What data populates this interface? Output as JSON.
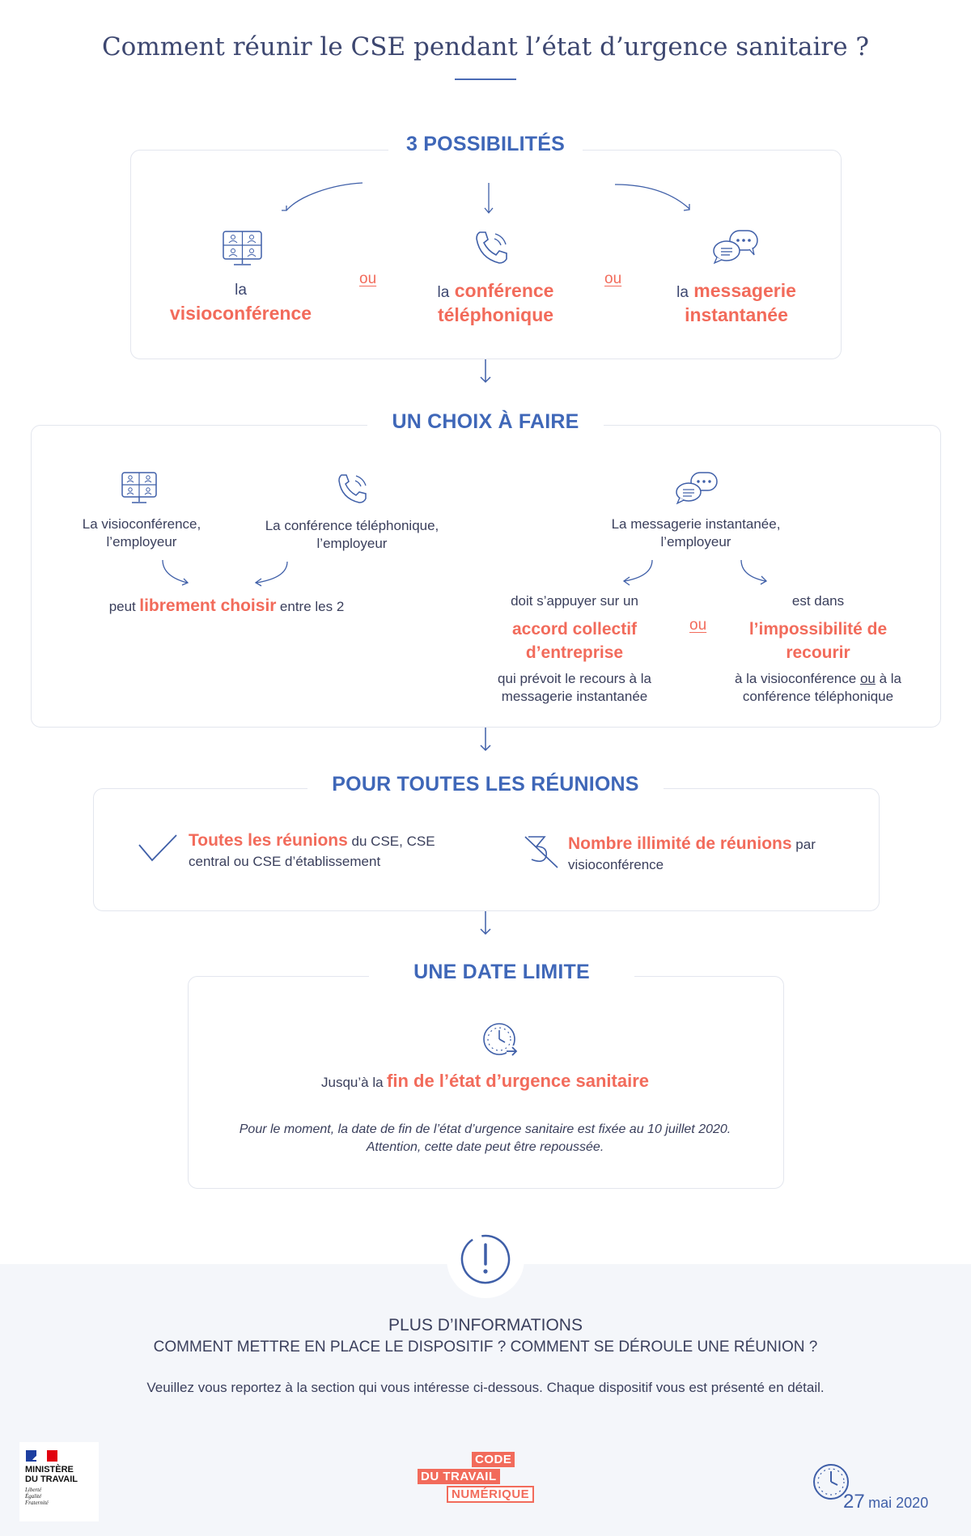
{
  "page": {
    "title": "Comment réunir le CSE pendant l’état d’urgence sanitaire ?"
  },
  "section1": {
    "heading": "3 POSSIBILITÉS",
    "options": [
      {
        "icon": "video-conference-icon",
        "prefix": "la",
        "name": "visioconférence"
      },
      {
        "icon": "phone-call-icon",
        "prefix": "la",
        "name_line1": "conférence",
        "name_line2": "téléphonique"
      },
      {
        "icon": "chat-bubbles-icon",
        "prefix": "la",
        "name_line1": "messagerie",
        "name_line2": "instantanée"
      }
    ],
    "or_label": "ou"
  },
  "section2": {
    "heading": "UN CHOIX À FAIRE",
    "visio_label": "La visioconférence, l’employeur",
    "visio_line1": "La visioconférence,",
    "visio_line2": "l’employeur",
    "phone_line1": "La conférence téléphonique,",
    "phone_line2": "l’employeur",
    "free_prefix": "peut",
    "free_emph": "librement choisir",
    "free_suffix": "entre les 2",
    "msg_line1": "La messagerie instantanée,",
    "msg_line2": "l’employeur",
    "left_intro": "doit s’appuyer sur un",
    "left_emph1": "accord collectif",
    "left_emph2": "d’entreprise",
    "left_out1": "qui prévoit le recours à la",
    "left_out2": "messagerie instantanée",
    "or_label": "ou",
    "right_intro": "est dans",
    "right_emph1": "l’impossibilité de",
    "right_emph2": "recourir",
    "right_out1a": "à la visioconférence ",
    "right_out1b": "ou",
    "right_out1c": " à la",
    "right_out2": "conférence téléphonique"
  },
  "section3": {
    "heading": "POUR TOUTES LES RÉUNIONS",
    "item1_emph": "Toutes les réunions",
    "item1_rest1": " du CSE, CSE",
    "item1_rest2": "central ou CSE d’établissement",
    "item2_emph": "Nombre illimité de réunions",
    "item2_rest1": " par",
    "item2_rest2": "visioconférence"
  },
  "section4": {
    "heading": "UNE DATE LIMITE",
    "prefix": "Jusqu’à la",
    "emph": "fin de l’état d’urgence sanitaire",
    "note1": "Pour le moment, la date de fin de l’état d’urgence sanitaire est fixée au 10 juillet 2020.",
    "note2": "Attention, cette date peut être repoussée."
  },
  "footer": {
    "heading1": "PLUS D’INFORMATIONS",
    "heading2": "COMMENT METTRE EN PLACE LE DISPOSITIF ? COMMENT SE DÉROULE UNE RÉUNION ?",
    "body": "Veuillez vous reportez à la section qui vous intéresse ci-dessous. Chaque dispositif vous est présenté en détail.",
    "ministry_line1": "MINISTÈRE",
    "ministry_line2": "DU TRAVAIL",
    "motto1": "Liberté",
    "motto2": "Égalité",
    "motto3": "Fraternité",
    "logo_line1": "CODE",
    "logo_line2": "DU TRAVAIL",
    "logo_line3": "NUMÉRIQUE",
    "date_day": "27",
    "date_rest": "mai 2020"
  },
  "colors": {
    "accent_blue": "#3f67b8",
    "accent_red": "#f26b5b",
    "text_dark": "#3a3f5c"
  }
}
